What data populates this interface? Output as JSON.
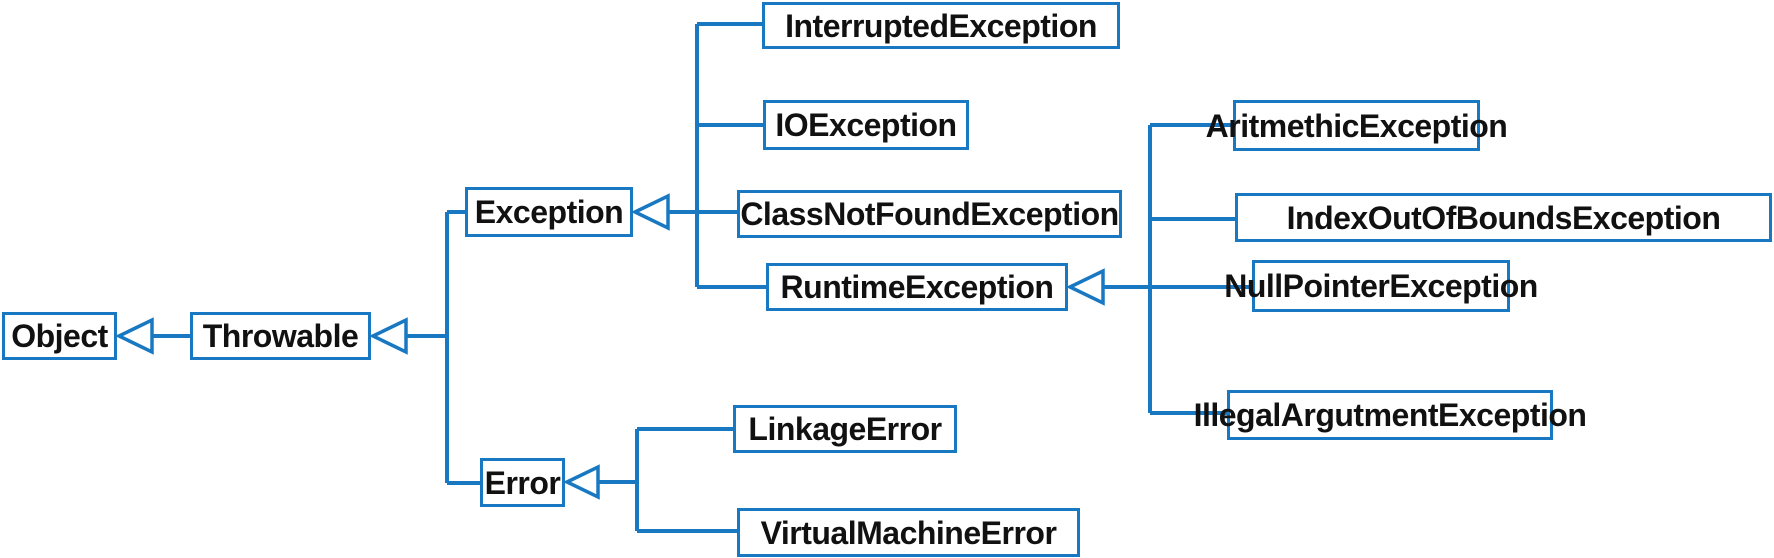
{
  "diagram": {
    "kind": "class-inheritance-hierarchy",
    "subject": "Java Throwable class hierarchy",
    "accent_color": "#1878c2",
    "text_color": "#111111",
    "background_color": "#ffffff",
    "nodes": {
      "object": {
        "label": "Object"
      },
      "throwable": {
        "label": "Throwable"
      },
      "exception": {
        "label": "Exception"
      },
      "error": {
        "label": "Error"
      },
      "interrupted": {
        "label": "InterruptedException"
      },
      "io": {
        "label": "IOException"
      },
      "classnotfound": {
        "label": "ClassNotFoundException"
      },
      "runtime": {
        "label": "RuntimeException"
      },
      "aritmethic": {
        "label": "AritmethicException"
      },
      "indexoutofbounds": {
        "label": "IndexOutOfBoundsException"
      },
      "nullpointer": {
        "label": "NullPointerException"
      },
      "illegalargutment": {
        "label": "IllegalArgutmentException"
      },
      "linkage": {
        "label": "LinkageError"
      },
      "virtualmachine": {
        "label": "VirtualMachineError"
      }
    },
    "edges": [
      {
        "child": "Throwable",
        "parent": "Object"
      },
      {
        "child": "Exception",
        "parent": "Throwable"
      },
      {
        "child": "Error",
        "parent": "Throwable"
      },
      {
        "child": "InterruptedException",
        "parent": "Exception"
      },
      {
        "child": "IOException",
        "parent": "Exception"
      },
      {
        "child": "ClassNotFoundException",
        "parent": "Exception"
      },
      {
        "child": "RuntimeException",
        "parent": "Exception"
      },
      {
        "child": "AritmethicException",
        "parent": "RuntimeException"
      },
      {
        "child": "IndexOutOfBoundsException",
        "parent": "RuntimeException"
      },
      {
        "child": "NullPointerException",
        "parent": "RuntimeException"
      },
      {
        "child": "IllegalArgutmentException",
        "parent": "RuntimeException"
      },
      {
        "child": "LinkageError",
        "parent": "Error"
      },
      {
        "child": "VirtualMachineError",
        "parent": "Error"
      }
    ]
  }
}
